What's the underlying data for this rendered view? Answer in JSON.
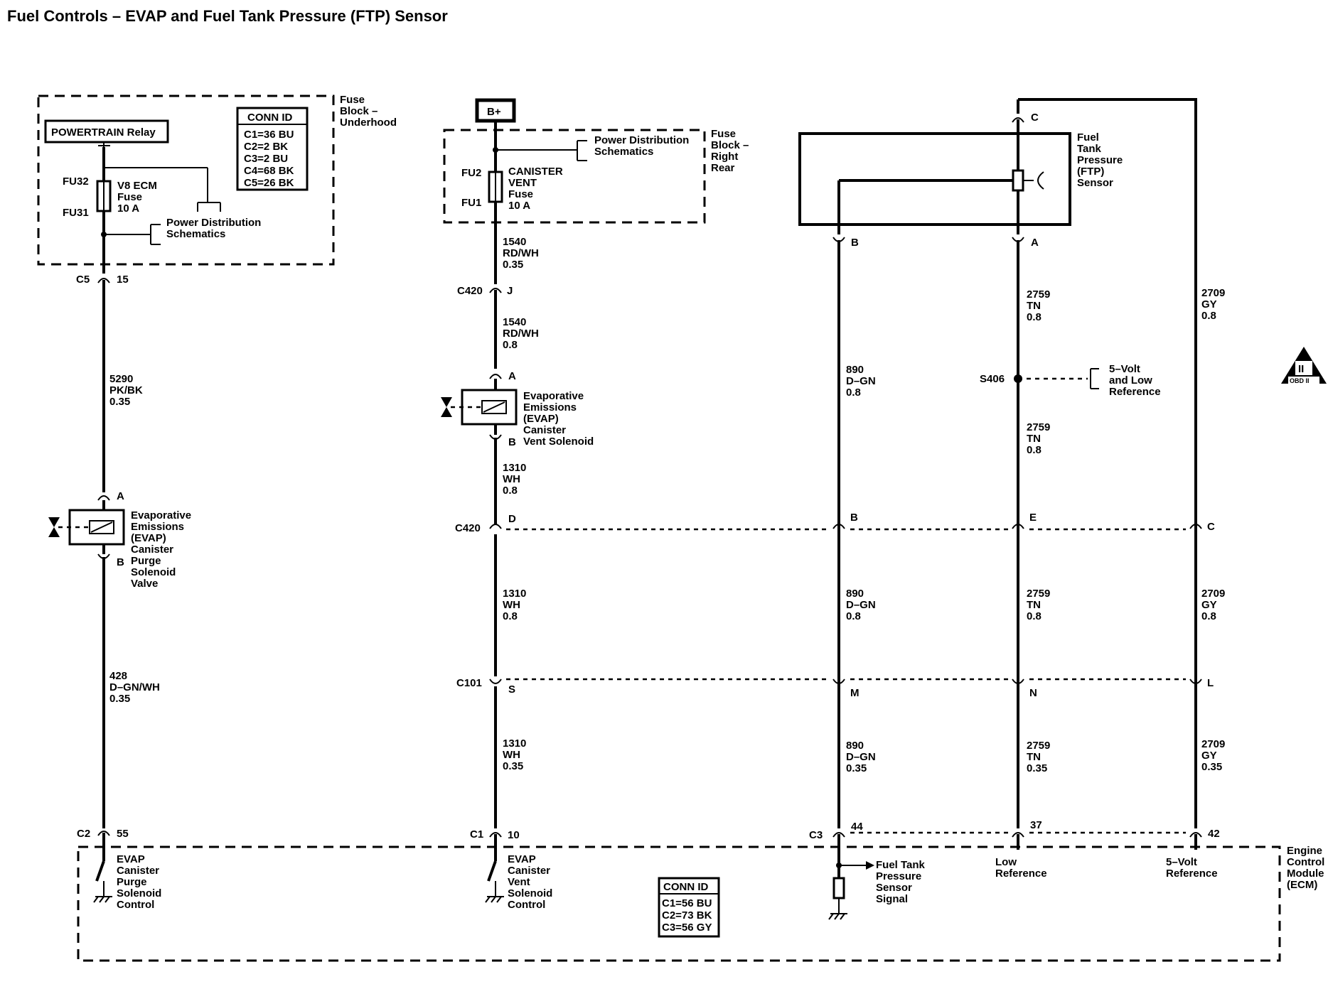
{
  "title": "Fuel Controls – EVAP and Fuel Tank Pressure (FTP) Sensor",
  "fuse_block_underhood": {
    "label": [
      "Fuse",
      "Block –",
      "Underhood"
    ],
    "relay": "POWERTRAIN Relay",
    "conn_id_title": "CONN ID",
    "conn_ids": [
      "C1=36 BU",
      "C2=2 BK",
      "C3=2 BU",
      "C4=68 BK",
      "C5=26 BK"
    ],
    "fu32": "FU32",
    "fu31": "FU31",
    "fuse": [
      "V8 ECM",
      "Fuse",
      "10 A"
    ],
    "power_dist": [
      "Power Distribution",
      "Schematics"
    ]
  },
  "fuse_block_right_rear": {
    "label": [
      "Fuse",
      "Block –",
      "Right",
      "Rear"
    ],
    "battery": "B+",
    "power_dist": [
      "Power Distribution",
      "Schematics"
    ],
    "fu2": "FU2",
    "fu1": "FU1",
    "fuse": [
      "CANISTER",
      "VENT",
      "Fuse",
      "10 A"
    ]
  },
  "ftp_sensor": {
    "label": [
      "Fuel",
      "Tank",
      "Pressure",
      "(FTP)",
      "Sensor"
    ],
    "pin_c": "C",
    "pin_b": "B",
    "pin_a": "A"
  },
  "purge_circuit": {
    "c5": "C5",
    "c5_pin": "15",
    "wire1": [
      "5290",
      "PK/BK",
      "0.35"
    ],
    "pin_a": "A",
    "pin_b": "B",
    "solenoid": [
      "Evaporative",
      "Emissions",
      "(EVAP)",
      "Canister",
      "Purge",
      "Solenoid",
      "Valve"
    ],
    "wire2": [
      "428",
      "D–GN/WH",
      "0.35"
    ],
    "c2": "C2",
    "c2_pin": "55",
    "ecm_label": [
      "EVAP",
      "Canister",
      "Purge",
      "Solenoid",
      "Control"
    ]
  },
  "vent_circuit": {
    "wire1": [
      "1540",
      "RD/WH",
      "0.35"
    ],
    "c420": "C420",
    "c420_pin_top": "J",
    "wire2": [
      "1540",
      "RD/WH",
      "0.8"
    ],
    "pin_a": "A",
    "pin_b": "B",
    "solenoid": [
      "Evaporative",
      "Emissions",
      "(EVAP)",
      "Canister",
      "Vent Solenoid"
    ],
    "wire3": [
      "1310",
      "WH",
      "0.8"
    ],
    "c420_mid": "C420",
    "c420_pin": "D",
    "wire4": [
      "1310",
      "WH",
      "0.8"
    ],
    "c101": "C101",
    "c101_pin": "S",
    "wire5": [
      "1310",
      "WH",
      "0.35"
    ],
    "c1": "C1",
    "c1_pin": "10",
    "ecm_label": [
      "EVAP",
      "Canister",
      "Vent",
      "Solenoid",
      "Control"
    ]
  },
  "signal_circuit": {
    "wire1": [
      "890",
      "D–GN",
      "0.8"
    ],
    "c420_pin": "B",
    "wire2": [
      "890",
      "D–GN",
      "0.8"
    ],
    "c101_pin": "M",
    "wire3": [
      "890",
      "D–GN",
      "0.35"
    ],
    "c3": "C3",
    "c3_pin": "44",
    "ecm_label": [
      "Fuel Tank",
      "Pressure",
      "Sensor",
      "Signal"
    ]
  },
  "low_ref_circuit": {
    "wire1": [
      "2759",
      "TN",
      "0.8"
    ],
    "splice": "S406",
    "splice_ref": [
      "5–Volt",
      "and Low",
      "Reference"
    ],
    "wire2": [
      "2759",
      "TN",
      "0.8"
    ],
    "c420_pin": "E",
    "wire3": [
      "2759",
      "TN",
      "0.8"
    ],
    "c101_pin": "N",
    "wire4": [
      "2759",
      "TN",
      "0.35"
    ],
    "c3_pin": "37",
    "ecm_label": [
      "Low",
      "Reference"
    ]
  },
  "five_volt_circuit": {
    "wire1": [
      "2709",
      "GY",
      "0.8"
    ],
    "c420_pin": "C",
    "wire2": [
      "2709",
      "GY",
      "0.8"
    ],
    "c101_pin": "L",
    "wire3": [
      "2709",
      "GY",
      "0.35"
    ],
    "c3_pin": "42",
    "ecm_label": [
      "5–Volt",
      "Reference"
    ]
  },
  "ecm": {
    "label": [
      "Engine",
      "Control",
      "Module",
      "(ECM)"
    ],
    "conn_id_title": "CONN ID",
    "conn_ids": [
      "C1=56 BU",
      "C2=73 BK",
      "C3=56 GY"
    ]
  },
  "obd_badge": {
    "top": "II",
    "bottom": "OBD II"
  }
}
